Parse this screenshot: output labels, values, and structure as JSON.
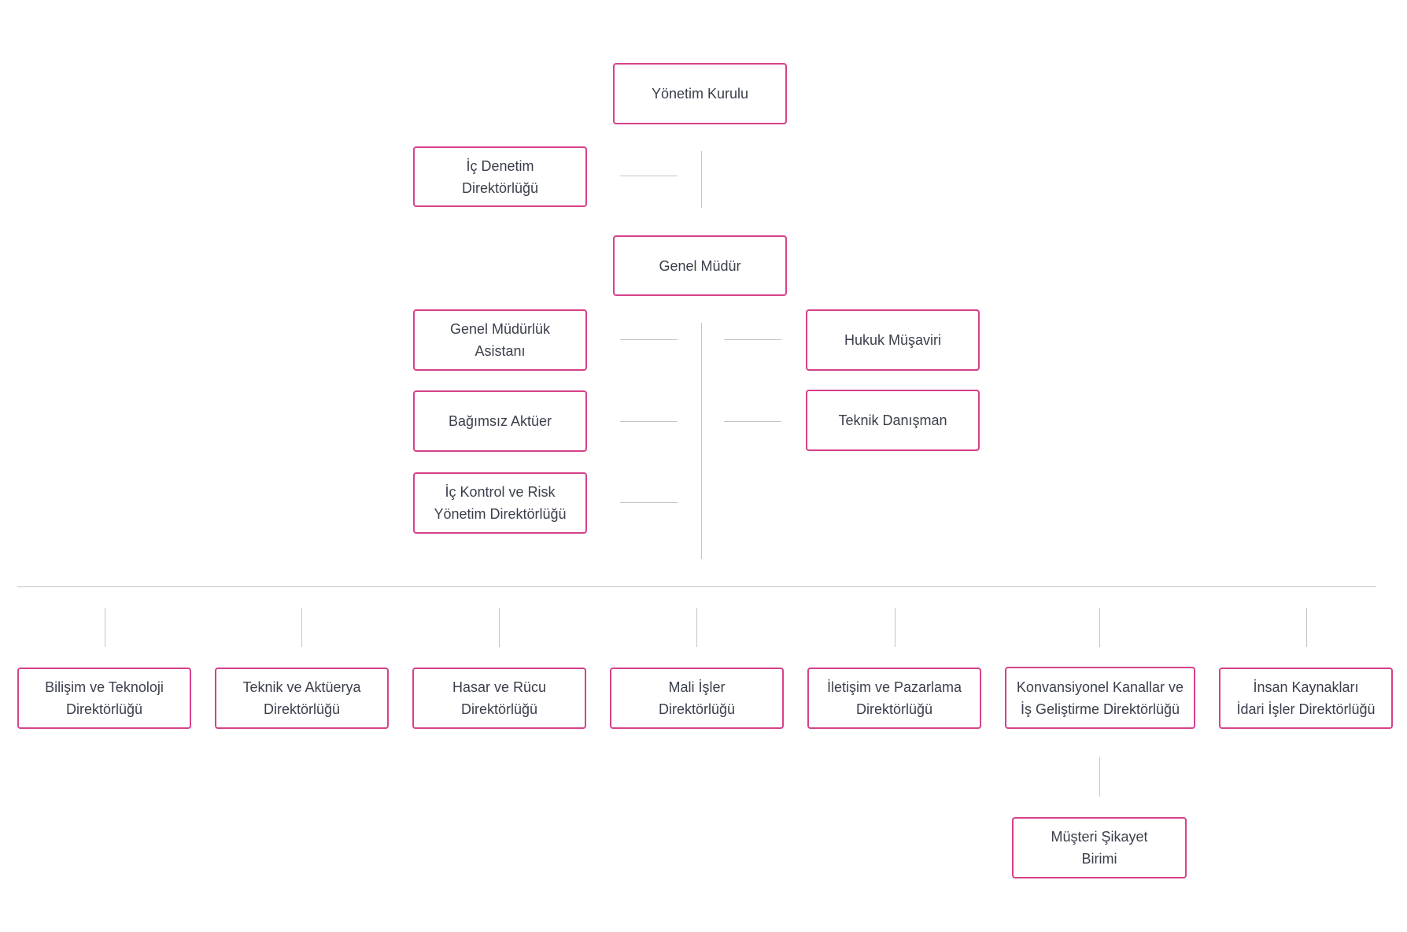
{
  "colors": {
    "box_border": "#d6418a",
    "line": "#c4c4c4",
    "text": "#3a3f4b"
  },
  "nodes": {
    "board": "Yönetim Kurulu",
    "internal_audit": "İç Denetim\nDirektörlüğü",
    "general_manager": "Genel Müdür",
    "gm_assistant": "Genel Müdürlük\nAsistanı",
    "independent_actuary": "Bağımsız Aktüer",
    "internal_control": "İç Kontrol ve Risk\nYönetim Direktörlüğü",
    "legal_counsel": "Hukuk Müşaviri",
    "technical_advisor": "Teknik Danışman",
    "it_directorate": "Bilişim ve Teknoloji\nDirektörlüğü",
    "technical_actuarial": "Teknik ve Aktüerya\nDirektörlüğü",
    "claims_recourse": "Hasar ve Rücu\nDirektörlüğü",
    "financial_affairs": "Mali İşler\nDirektörlüğü",
    "communication_marketing": "İletişim ve Pazarlama\nDirektörlüğü",
    "conventional_channels": "Konvansiyonel Kanallar ve\nİş Geliştirme Direktörlüğü",
    "hr_admin": "İnsan Kaynakları\nİdari İşler Direktörlüğü",
    "customer_complaint": "Müşteri Şikayet\nBirimi"
  }
}
